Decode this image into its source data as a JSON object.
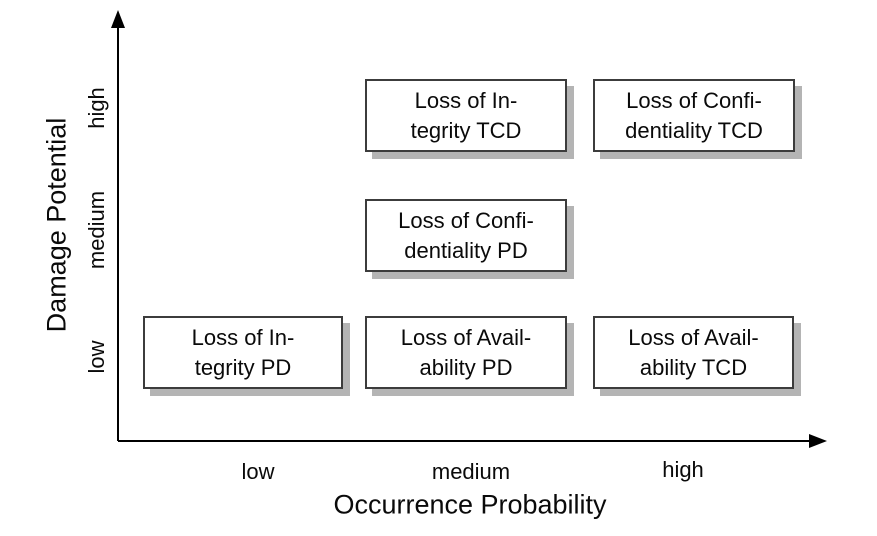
{
  "diagram": {
    "x_axis": {
      "label": "Occurrence Probability",
      "ticks": [
        "low",
        "medium",
        "high"
      ]
    },
    "y_axis": {
      "label": "Damage Potential",
      "ticks": [
        "high",
        "medium",
        "low"
      ]
    },
    "boxes": [
      {
        "id": "loss-of-integrity-tcd",
        "text": "Loss of Integrity TCD",
        "lines": [
          "Loss of In-",
          "tegrity TCD"
        ],
        "occurrence_probability": "medium",
        "damage_potential": "high"
      },
      {
        "id": "loss-of-confidentiality-tcd",
        "text": "Loss of Confidentiality TCD",
        "lines": [
          "Loss of Confi-",
          "dentiality TCD"
        ],
        "occurrence_probability": "high",
        "damage_potential": "high"
      },
      {
        "id": "loss-of-confidentiality-pd",
        "text": "Loss of Confidentiality PD",
        "lines": [
          "Loss of Confi-",
          "dentiality PD"
        ],
        "occurrence_probability": "medium",
        "damage_potential": "medium"
      },
      {
        "id": "loss-of-integrity-pd",
        "text": "Loss of Integrity PD",
        "lines": [
          "Loss of In-",
          "tegrity PD"
        ],
        "occurrence_probability": "low",
        "damage_potential": "low"
      },
      {
        "id": "loss-of-availability-pd",
        "text": "Loss of Availability PD",
        "lines": [
          "Loss of Avail-",
          "ability PD"
        ],
        "occurrence_probability": "medium",
        "damage_potential": "low"
      },
      {
        "id": "loss-of-availability-tcd",
        "text": "Loss of Availability TCD",
        "lines": [
          "Loss of Avail-",
          "ability TCD"
        ],
        "occurrence_probability": "high",
        "damage_potential": "low"
      }
    ],
    "colors": {
      "background": "#ffffff",
      "axis": "#000000",
      "box_border": "#3c3c3c",
      "box_shadow": "#b4b4b4",
      "text": "#0a0a0a"
    }
  }
}
